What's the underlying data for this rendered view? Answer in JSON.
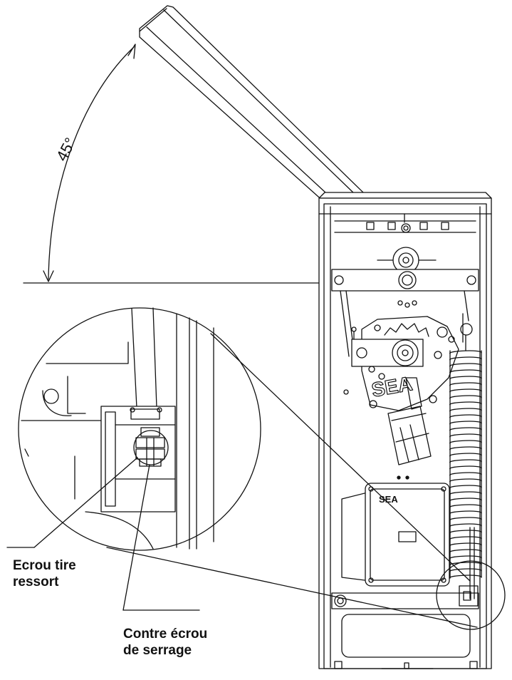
{
  "angle_label": "45°",
  "logo_text": "SEA",
  "labels": {
    "nut_spring": [
      "Ecrou tire",
      "ressort"
    ],
    "lock_nut": [
      "Contre écrou",
      "de serrage"
    ]
  },
  "colors": {
    "line": "#111111",
    "background": "#ffffff"
  }
}
